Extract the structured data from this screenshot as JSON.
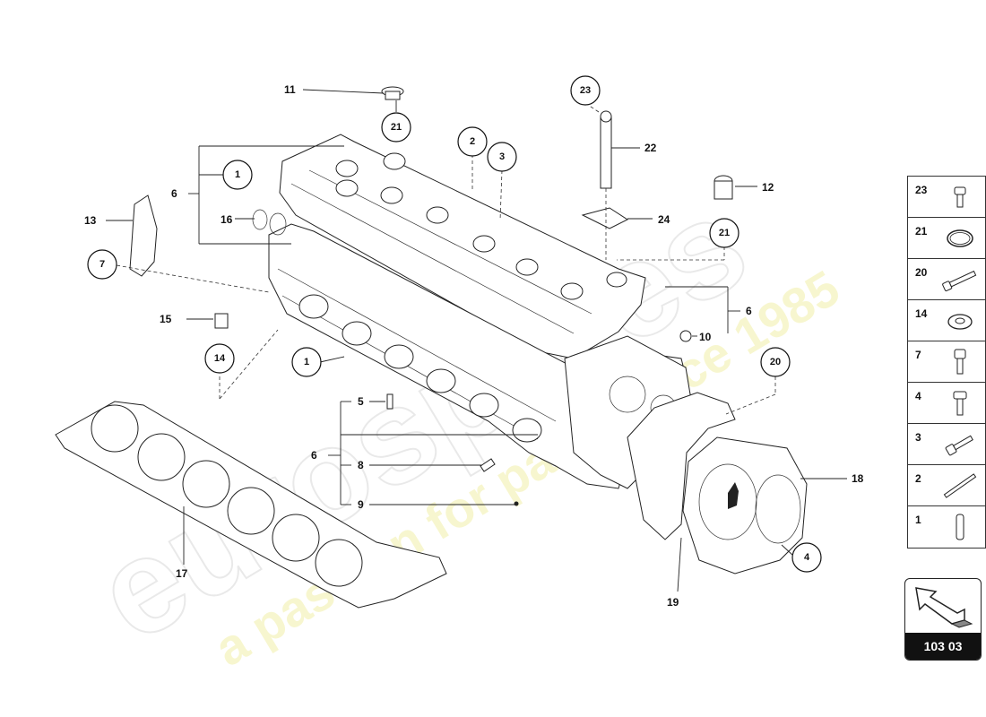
{
  "watermark": {
    "brand": "eurospares",
    "slogan": "a passion for parts since 1985"
  },
  "labels": {
    "l1": "1",
    "l2": "2",
    "l3": "3",
    "l4": "4",
    "l5": "5",
    "l6a": "6",
    "l6b": "6",
    "l6c": "6",
    "l7": "7",
    "l8": "8",
    "l9": "9",
    "l10": "10",
    "l11": "11",
    "l12": "12",
    "l13": "13",
    "l14": "14",
    "l15": "15",
    "l16": "16",
    "l17": "17",
    "l18": "18",
    "l19": "19",
    "l20": "20",
    "l21a": "21",
    "l21b": "21",
    "l22": "22",
    "l23": "23",
    "l24": "24",
    "l1b": "1"
  },
  "legend": [
    {
      "num": "23",
      "icon": "bolt-icon"
    },
    {
      "num": "21",
      "icon": "ring-icon"
    },
    {
      "num": "20",
      "icon": "long-bolt-icon"
    },
    {
      "num": "14",
      "icon": "washer-icon"
    },
    {
      "num": "7",
      "icon": "socket-bolt-icon"
    },
    {
      "num": "4",
      "icon": "short-bolt-icon"
    },
    {
      "num": "3",
      "icon": "bolt-icon"
    },
    {
      "num": "2",
      "icon": "stud-icon"
    },
    {
      "num": "1",
      "icon": "pin-icon"
    }
  ],
  "reference": {
    "code": "103 03",
    "icon": "arrow-icon"
  }
}
